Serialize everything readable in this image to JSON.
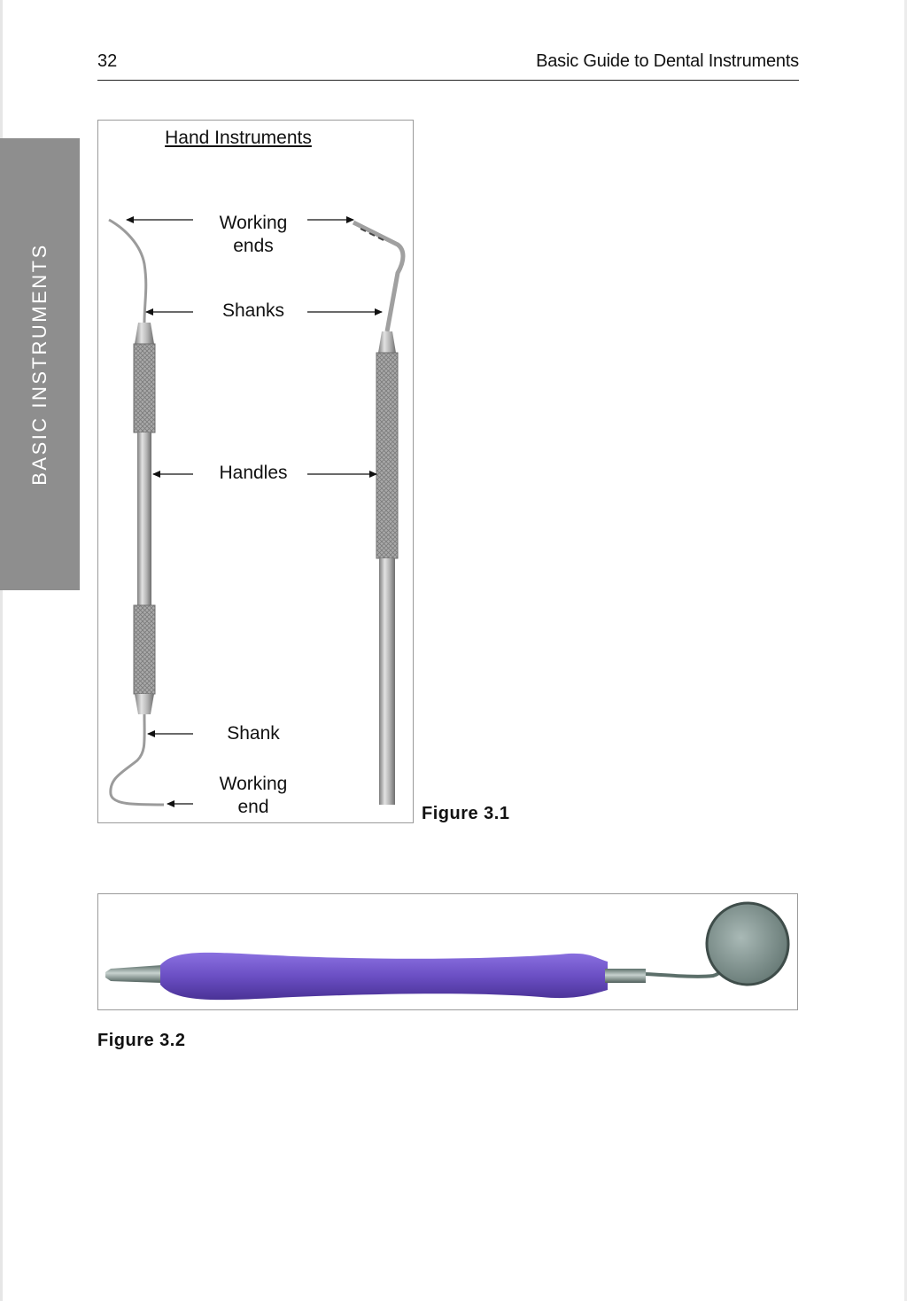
{
  "header": {
    "page_number": "32",
    "running_title": "Basic Guide to Dental Instruments"
  },
  "side_tab": {
    "text": "BASIC INSTRUMENTS",
    "color": "#8e8e8e"
  },
  "figure1": {
    "title": "Hand Instruments",
    "labels": {
      "working_ends": [
        "Working",
        "ends"
      ],
      "shanks": "Shanks",
      "handles": "Handles",
      "shank": "Shank",
      "working_end": [
        "Working",
        "end"
      ]
    },
    "caption": "Figure 3.1"
  },
  "figure2": {
    "caption": "Figure 3.2",
    "handle_color": "#6b4fc4"
  }
}
